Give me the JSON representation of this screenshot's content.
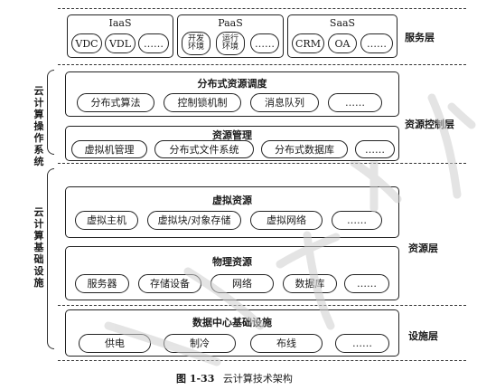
{
  "service_layer": {
    "label": "服务层",
    "groups": [
      {
        "title": "IaaS",
        "items": [
          "VDC",
          "VDL",
          "……"
        ]
      },
      {
        "title": "PaaS",
        "items": [
          "开发\n环境",
          "运行\n环境",
          "……"
        ]
      },
      {
        "title": "SaaS",
        "items": [
          "CRM",
          "OA",
          "……"
        ]
      }
    ]
  },
  "cloud_os": {
    "label": "云计算操作系统",
    "side_label": "资源控制层",
    "distributed_scheduling": {
      "title": "分布式资源调度",
      "items": [
        "分布式算法",
        "控制锁机制",
        "消息队列",
        "……"
      ]
    },
    "resource_management": {
      "title": "资源管理",
      "items": [
        "虚拟机管理",
        "分布式文件系统",
        "分布式数据库",
        "……"
      ]
    }
  },
  "cloud_infra": {
    "label": "云计算基础设施",
    "resource_side_label": "资源层",
    "virtual_resources": {
      "title": "虚拟资源",
      "items": [
        "虚拟主机",
        "虚拟块/对象存储",
        "虚拟网络",
        "……"
      ]
    },
    "physical_resources": {
      "title": "物理资源",
      "items": [
        "服务器",
        "存储设备",
        "网络",
        "数据库",
        "……"
      ]
    },
    "facility_side_label": "设施层",
    "datacenter": {
      "title": "数据中心基础设施",
      "items": [
        "供电",
        "制冷",
        "布线",
        "……"
      ]
    }
  },
  "caption": {
    "number": "图 1-33",
    "text": "云计算技术架构"
  }
}
